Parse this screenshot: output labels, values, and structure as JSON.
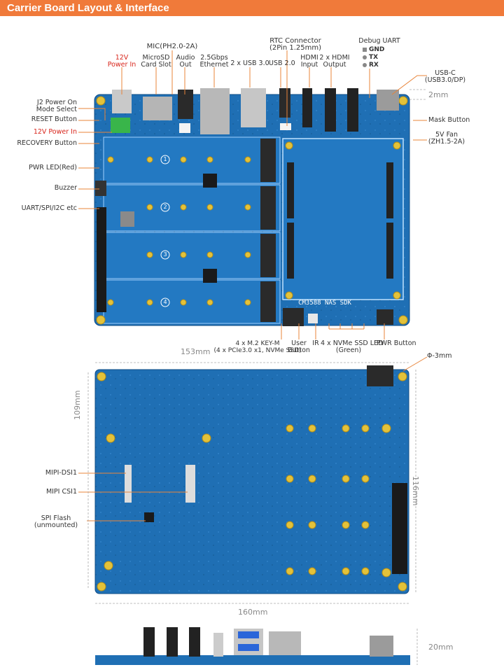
{
  "header": {
    "title": "Carrier Board Layout & Interface"
  },
  "top_labels": {
    "power_in": "12V\nPower In",
    "mic": "MIC(PH2.0-2A)",
    "microsd": "MicroSD\nCard Slot",
    "audio": "Audio\nOut",
    "ethernet": "2.5Gbps\nEthernet",
    "usb30": "2 x USB 3.0",
    "usb20": "USB 2.0",
    "rtc": "RTC Connector\n(2Pin 1.25mm)",
    "hdmi_in": "HDMI\nInput",
    "hdmi_out": "2 x HDMI\nOutput",
    "debug_uart": "Debug UART",
    "gnd": "GND",
    "tx": "TX",
    "rx": "RX",
    "usbc": "USB-C\n(USB3.0/DP)"
  },
  "left_labels": {
    "j2": "J2 Power On\nMode Select",
    "reset": "RESET Button",
    "power_in": "12V Power In",
    "recovery": "RECOVERY Button",
    "pwr_led": "PWR LED(Red)",
    "buzzer": "Buzzer",
    "uart": "UART/SPI/I2C etc"
  },
  "right_labels": {
    "mask": "Mask Button",
    "fan": "5V Fan\n(ZH1.5-2A)"
  },
  "bottom_labels": {
    "m2": "4 x M.2 KEY-M\n(4 x PCIe3.0 x1, NVMe SSD)",
    "user": "User\nButton",
    "ir": "IR",
    "ssd_led": "4 x NVMe SSD LED\n(Green)",
    "pwr_button": "PWR Button"
  },
  "board_text": {
    "sdk": "CM3588 NAS SDK",
    "slot1": "1",
    "slot2": "2",
    "slot3": "3",
    "slot4": "4"
  },
  "back_labels": {
    "mipi_dsi": "MIPI-DSI1",
    "mipi_csi": "MIPI CSI1",
    "spi_flash": "SPI Flash\n(unmounted)",
    "hole": "Φ-3mm"
  },
  "dimensions": {
    "thickness_top": "2mm",
    "width_top": "153mm",
    "height_left": "109mm",
    "height_right": "116mm",
    "width_bottom": "160mm",
    "height_side": "20mm"
  },
  "colors": {
    "header": "#f07a3a",
    "pcb": "#1f6fb4",
    "accent_red": "#d8261c",
    "connector_orange": "#e8843a"
  }
}
